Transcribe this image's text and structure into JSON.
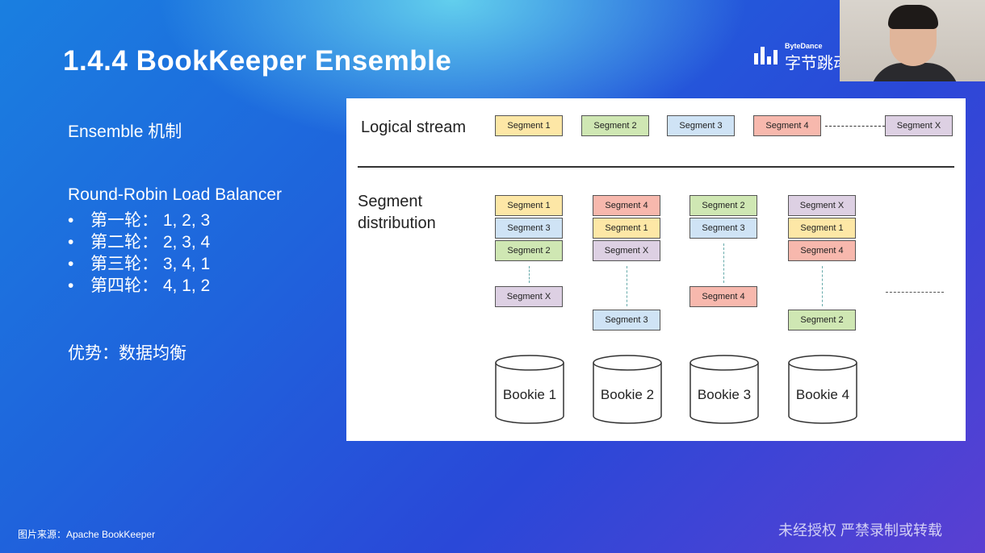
{
  "slide": {
    "title": "1.4.4 BookKeeper Ensemble",
    "brand": {
      "small": "ByteDance",
      "cn": "字节跳动"
    },
    "left": {
      "heading": "Ensemble 机制",
      "balancer": "Round-Robin Load Balancer",
      "bullet_symbol": "•",
      "rounds": [
        "第一轮： 1, 2, 3",
        "第二轮： 2, 3, 4",
        "第三轮： 3, 4, 1",
        "第四轮： 4, 1, 2"
      ],
      "advantage": "优势：数据均衡"
    },
    "diagram": {
      "logical_label": "Logical stream",
      "distribution_label_1": "Segment",
      "distribution_label_2": "distribution",
      "logical_segments": [
        {
          "label": "Segment 1",
          "color": "#fde7a6"
        },
        {
          "label": "Segment 2",
          "color": "#cfe7b3"
        },
        {
          "label": "Segment 3",
          "color": "#cfe3f5"
        },
        {
          "label": "Segment 4",
          "color": "#f7b8ad"
        },
        {
          "label": "Segment X",
          "color": "#ddd0e3"
        }
      ],
      "columns": [
        {
          "stack": [
            "Segment 1",
            "Segment 3",
            "Segment 2"
          ],
          "tail": "Segment X",
          "bookie": "Bookie 1"
        },
        {
          "stack": [
            "Segment 4",
            "Segment 1",
            "Segment X"
          ],
          "tail": "Segment 3",
          "bookie": "Bookie 2"
        },
        {
          "stack": [
            "Segment 2",
            "Segment 3"
          ],
          "tail": "Segment 4",
          "bookie": "Bookie 3"
        },
        {
          "stack": [
            "Segment X",
            "Segment 1",
            "Segment 4"
          ],
          "tail": "Segment 2",
          "bookie": "Bookie 4"
        }
      ]
    },
    "footer": {
      "source": "图片来源：Apache BookKeeper",
      "watermark": "未经授权 严禁录制或转载"
    },
    "colors": {
      "segment_1": "#fde7a6",
      "segment_2": "#cfe7b3",
      "segment_3": "#cfe3f5",
      "segment_4": "#f7b8ad",
      "segment_x": "#ddd0e3"
    }
  }
}
